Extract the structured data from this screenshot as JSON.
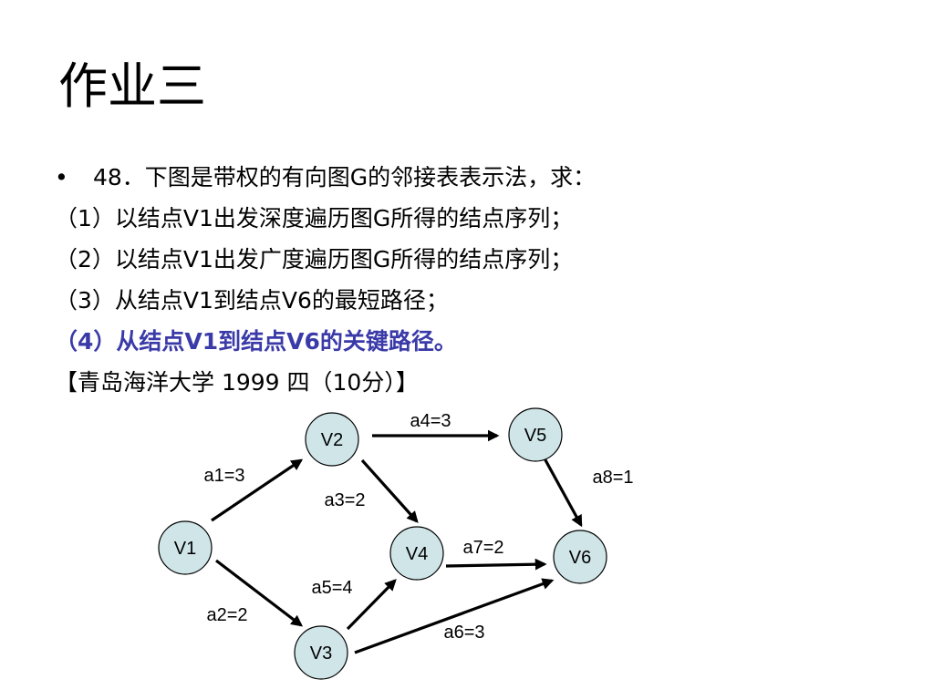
{
  "slide": {
    "title": "作业三",
    "lines": [
      "48．下图是带权的有向图G的邻接表表示法，求：",
      "（1）以结点V1出发深度遍历图G所得的结点序列；",
      "（2）以结点V1出发广度遍历图G所得的结点序列；",
      "（3）从结点V1到结点V6的最短路径；",
      "（4）从结点V1到结点V6的关键路径。",
      "【青岛海洋大学 1999 四（10分）】"
    ],
    "bullet": "•",
    "highlight_color": "#3a3aa8"
  },
  "graph": {
    "node_fill": "#cfe5e8",
    "nodes": [
      {
        "id": "V1",
        "label": "V1"
      },
      {
        "id": "V2",
        "label": "V2"
      },
      {
        "id": "V3",
        "label": "V3"
      },
      {
        "id": "V4",
        "label": "V4"
      },
      {
        "id": "V5",
        "label": "V5"
      },
      {
        "id": "V6",
        "label": "V6"
      }
    ],
    "edges": [
      {
        "from": "V1",
        "to": "V2",
        "label": "a1=3"
      },
      {
        "from": "V1",
        "to": "V3",
        "label": "a2=2"
      },
      {
        "from": "V2",
        "to": "V4",
        "label": "a3=2"
      },
      {
        "from": "V2",
        "to": "V5",
        "label": "a4=3"
      },
      {
        "from": "V3",
        "to": "V4",
        "label": "a5=4"
      },
      {
        "from": "V3",
        "to": "V6",
        "label": "a6=3"
      },
      {
        "from": "V4",
        "to": "V6",
        "label": "a7=2"
      },
      {
        "from": "V5",
        "to": "V6",
        "label": "a8=1"
      }
    ]
  }
}
